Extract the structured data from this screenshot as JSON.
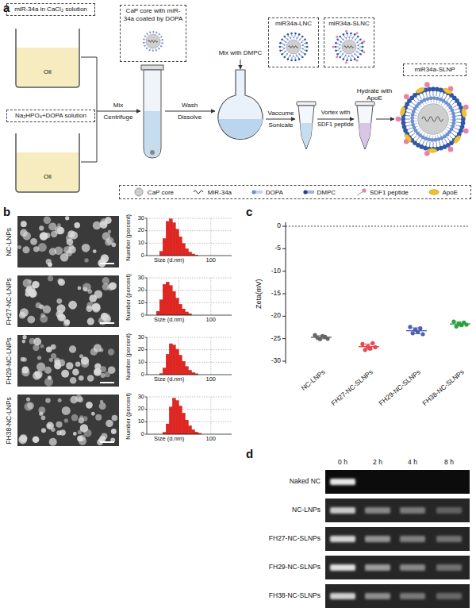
{
  "diagram": {
    "nodes": [
      {
        "text": [
          "miR-34a in CaCl₂ solution"
        ]
      },
      {
        "text": [
          "CaP core with miR-34a coated by DOPA"
        ]
      },
      {
        "text": [
          "miR34a-LNC"
        ]
      },
      {
        "text": [
          "miR34a-SLNC"
        ]
      },
      {
        "text": [
          "miR34a-SLNP"
        ]
      },
      {
        "text": [
          "Na₂HPO₄+DOPA solution"
        ]
      }
    ],
    "labels": [
      "a",
      "Oil",
      "Oil",
      "Mix",
      "Centrifuge",
      "Wash",
      "Dissolve",
      "Mix with DMPC",
      "Vaccume",
      "Sonicate",
      "Vortex with",
      "SDF1 peptide",
      "Hydrate with ApoE",
      "b",
      "NC-LNPs",
      "FH27-NC-LNPs",
      "FH29-NC-LNPs",
      "FH38-NC-LNPs",
      "Number (percent)",
      "30",
      "20",
      "10",
      "0",
      "Size (d.nm)",
      "100",
      "Number (percent)",
      "30",
      "20",
      "10",
      "0",
      "Size (d.nm)",
      "100",
      "Number (percent)",
      "30",
      "20",
      "10",
      "0",
      "Size (d.nm)",
      "100",
      "Number (percent)",
      "30",
      "20",
      "10",
      "0",
      "Size (d.nm)",
      "100",
      "c",
      "0",
      "-5",
      "-10",
      "-15",
      "-20",
      "-25",
      "-30",
      "Zeta(mV)",
      "NC-LNPs",
      "FH27-NC-SLNPs",
      "FH29-NC-SLNPs",
      "FH38-NC-SLNPs",
      "d",
      "0 h",
      "2 h",
      "4 h",
      "8 h",
      "Naked NC",
      "NC-LNPs",
      "FH27-NC-SLNPs",
      "FH29-NC-SLNPs",
      "FH38-NC-SLNPs"
    ],
    "legend": [
      {
        "text": "CaP core"
      },
      {
        "text": "MiR-34a"
      },
      {
        "text": "DOPA"
      },
      {
        "text": "DMPC"
      },
      {
        "text": "SDF1 peptide"
      },
      {
        "text": "ApoE"
      }
    ]
  }
}
